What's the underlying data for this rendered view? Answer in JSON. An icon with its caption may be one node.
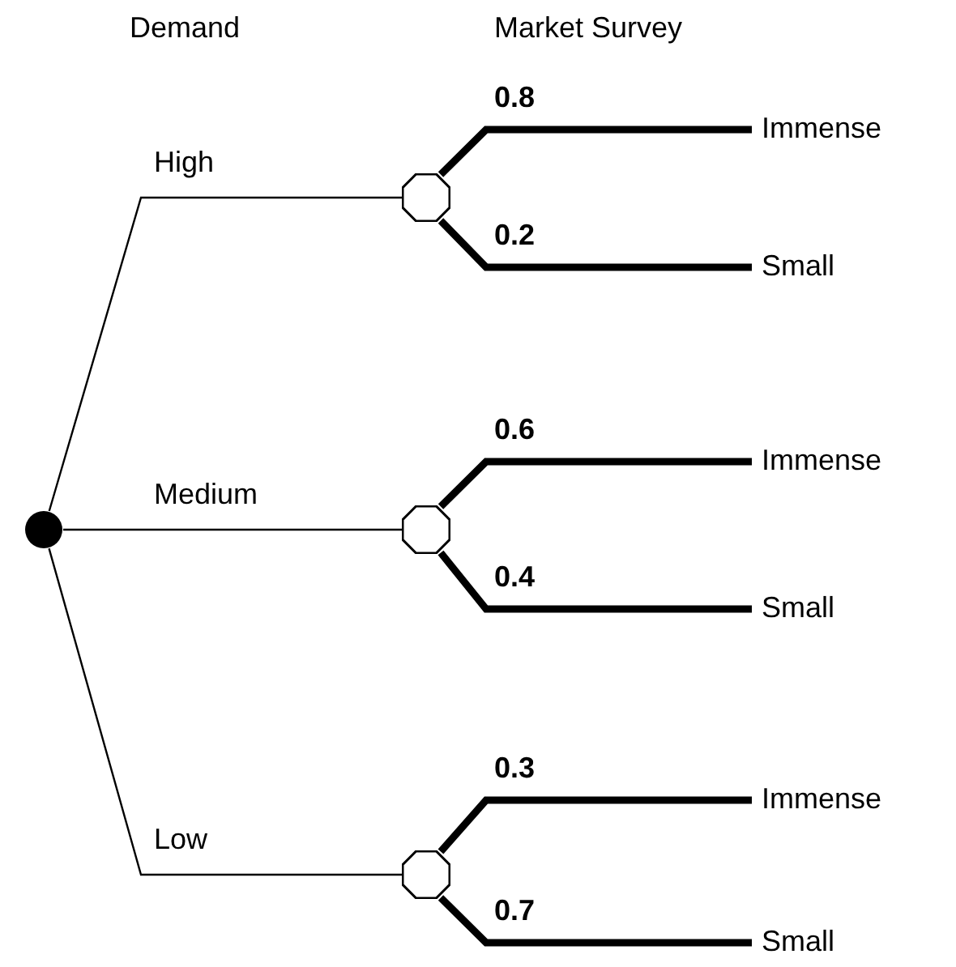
{
  "diagram": {
    "nodes": [
      {
        "text": [],
        "shape": "circle"
      },
      {
        "text": [],
        "shape": "octagon"
      },
      {
        "text": [
          "Immense"
        ]
      },
      {
        "text": [
          "Small"
        ]
      },
      {
        "text": [],
        "shape": "octagon"
      },
      {
        "text": [
          "Immense"
        ]
      },
      {
        "text": [
          "Small"
        ]
      },
      {
        "text": [],
        "shape": "octagon"
      },
      {
        "text": [
          "Immense"
        ]
      },
      {
        "text": [
          "Small"
        ]
      }
    ],
    "edges": [
      {
        "from": 0,
        "to": 1,
        "arrow": "none",
        "label": "High"
      },
      {
        "from": 0,
        "to": 4,
        "arrow": "none",
        "label": "Medium"
      },
      {
        "from": 0,
        "to": 7,
        "arrow": "none",
        "label": "Low"
      },
      {
        "from": 1,
        "to": 2,
        "arrow": "none",
        "label": "0.8"
      },
      {
        "from": 1,
        "to": 3,
        "arrow": "none",
        "label": "0.2"
      },
      {
        "from": 4,
        "to": 5,
        "arrow": "none",
        "label": "0.6"
      },
      {
        "from": 4,
        "to": 6,
        "arrow": "none",
        "label": "0.4"
      },
      {
        "from": 7,
        "to": 8,
        "arrow": "none",
        "label": "0.3"
      },
      {
        "from": 7,
        "to": 9,
        "arrow": "none",
        "label": "0.7"
      }
    ],
    "labels": [
      "Demand",
      "Market Survey"
    ]
  }
}
